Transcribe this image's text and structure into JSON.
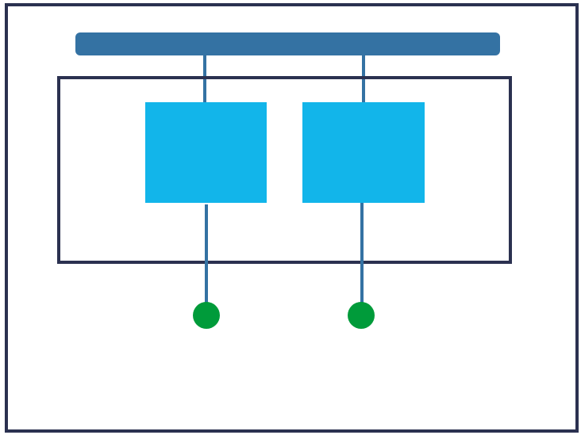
{
  "diagram": {
    "colors": {
      "frame": "#2b3150",
      "bus": "#3472a3",
      "connector": "#3472a3",
      "block": "#12b5ea",
      "terminal": "#009b3a",
      "background": "#ffffff"
    },
    "outer_frame": {},
    "inner_frame": {},
    "top_bus": {},
    "blocks": [
      {
        "id": "block-left"
      },
      {
        "id": "block-right"
      }
    ],
    "terminals": [
      {
        "id": "terminal-left"
      },
      {
        "id": "terminal-right"
      }
    ]
  }
}
